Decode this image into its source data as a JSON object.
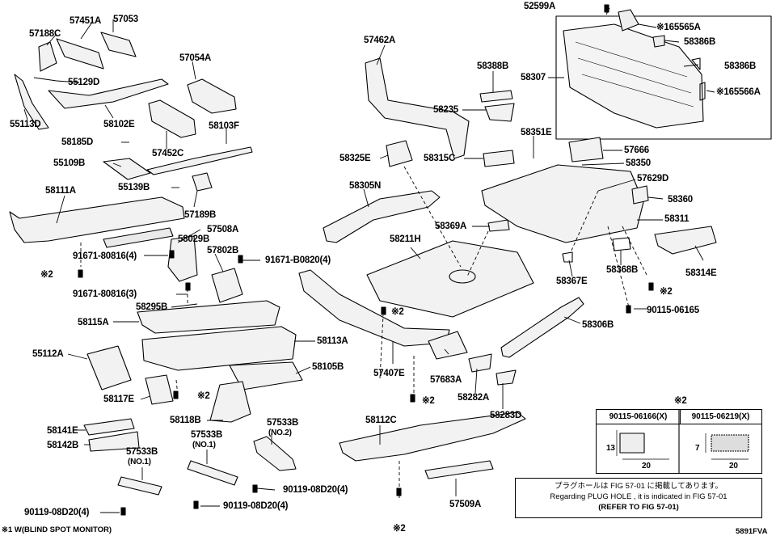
{
  "labels": {
    "p52599A": "52599A",
    "p65565A": "※165565A",
    "p58386B_1": "58386B",
    "p58386B_2": "58386B",
    "p58307": "58307",
    "p65566A": "※165566A",
    "p57451A": "57451A",
    "p57053": "57053",
    "p57188C": "57188C",
    "p55129D": "55129D",
    "p55113D": "55113D",
    "p57054A": "57054A",
    "p58102E": "58102E",
    "p58103F": "58103F",
    "p57452C": "57452C",
    "p58185D": "58185D",
    "p55109B": "55109B",
    "p55139B": "55139B",
    "p57189B": "57189B",
    "p58111A": "58111A",
    "p57508A": "57508A",
    "p58029B": "58029B",
    "p91671_80816_4": "91671-80816(4)",
    "p91671_B0820_4": "91671-B0820(4)",
    "pMark2_a": "※2",
    "p57802B": "57802B",
    "p91671_80816_3": "91671-80816(3)",
    "p58295B": "58295B",
    "p58115A": "58115A",
    "p58113A": "58113A",
    "p55112A": "55112A",
    "p58105B": "58105B",
    "p58117E": "58117E",
    "pMark2_b": "※2",
    "p58118B": "58118B",
    "p58141E": "58141E",
    "p58142B": "58142B",
    "p57533B_a": "57533B",
    "p57533B_a_sub": "(NO.1)",
    "p57533B_b": "57533B",
    "p57533B_b_sub": "(NO.1)",
    "p57533B_c": "57533B",
    "p57533B_c_sub": "(NO.2)",
    "p90119_08D20_a": "90119-08D20(4)",
    "p90119_08D20_b": "90119-08D20(4)",
    "p90119_08D20_c": "90119-08D20(4)",
    "p57462A": "57462A",
    "p58388B": "58388B",
    "p58235": "58235",
    "p58351E": "58351E",
    "p57666": "57666",
    "p58325E": "58325E",
    "p58315C": "58315C",
    "p58350": "58350",
    "p57629D": "57629D",
    "p58305N": "58305N",
    "p58360": "58360",
    "p58369A": "58369A",
    "p58311": "58311",
    "p58211H": "58211H",
    "p58314E": "58314E",
    "p58368B": "58368B",
    "p58367E": "58367E",
    "pMark2_c": "※2",
    "pMark2_d": "※2",
    "p90115_06165": "90115-06165",
    "p58306B": "58306B",
    "p57407E": "57407E",
    "p57683A": "57683A",
    "pMark2_e": "※2",
    "p58282A": "58282A",
    "p58283D": "58283D",
    "p58112C": "58112C",
    "p57509A": "57509A",
    "pMark2_f": "※2"
  },
  "table": {
    "title": "※2",
    "col1": "90115-06166(X)",
    "col2": "90115-06219(X)",
    "dim1_h": "13",
    "dim1_w": "20",
    "dim2_h": "7",
    "dim2_w": "20"
  },
  "note": {
    "line1": "プラグホールは FIG 57-01 に掲載してあります。",
    "line2": "Regarding PLUG HOLE , it is indicated in FIG 57-01",
    "line3": "(REFER TO FIG 57-01)"
  },
  "footnote": "※1 W(BLIND SPOT MONITOR)",
  "figure_code": "5891FVA"
}
